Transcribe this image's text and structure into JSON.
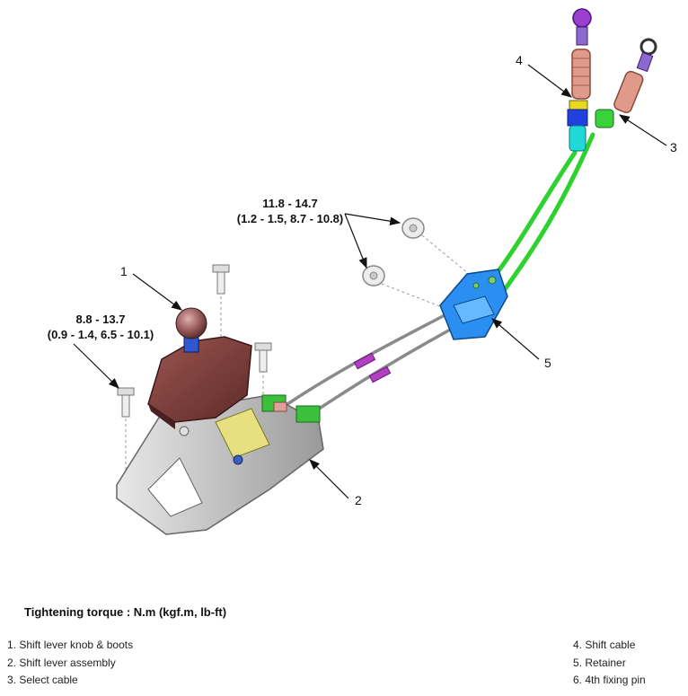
{
  "diagram": {
    "callouts": {
      "c1": "1",
      "c2": "2",
      "c3": "3",
      "c4": "4",
      "c5": "5"
    },
    "torque_specs": {
      "bolts": {
        "line1": "8.8 - 13.7",
        "line2": "(0.9 - 1.4, 6.5 - 10.1)"
      },
      "nuts": {
        "line1": "11.8 - 14.7",
        "line2": "(1.2 - 1.5, 8.7 - 10.8)"
      }
    }
  },
  "torque_title": "Tightening torque : N.m (kgf.m, lb-ft)",
  "legend_left": [
    "1. Shift lever knob & boots",
    "2. Shift lever assembly",
    "3. Select cable"
  ],
  "legend_right": [
    "4. Shift cable",
    "5. Retainer",
    "6. 4th fixing pin"
  ],
  "colors": {
    "cable_green": "#2ed12e",
    "boot": "#7a3a36",
    "retainer": "#2a8ff0",
    "cable_gray": "#8a8a8a",
    "bracket": "#c8c8c8"
  }
}
